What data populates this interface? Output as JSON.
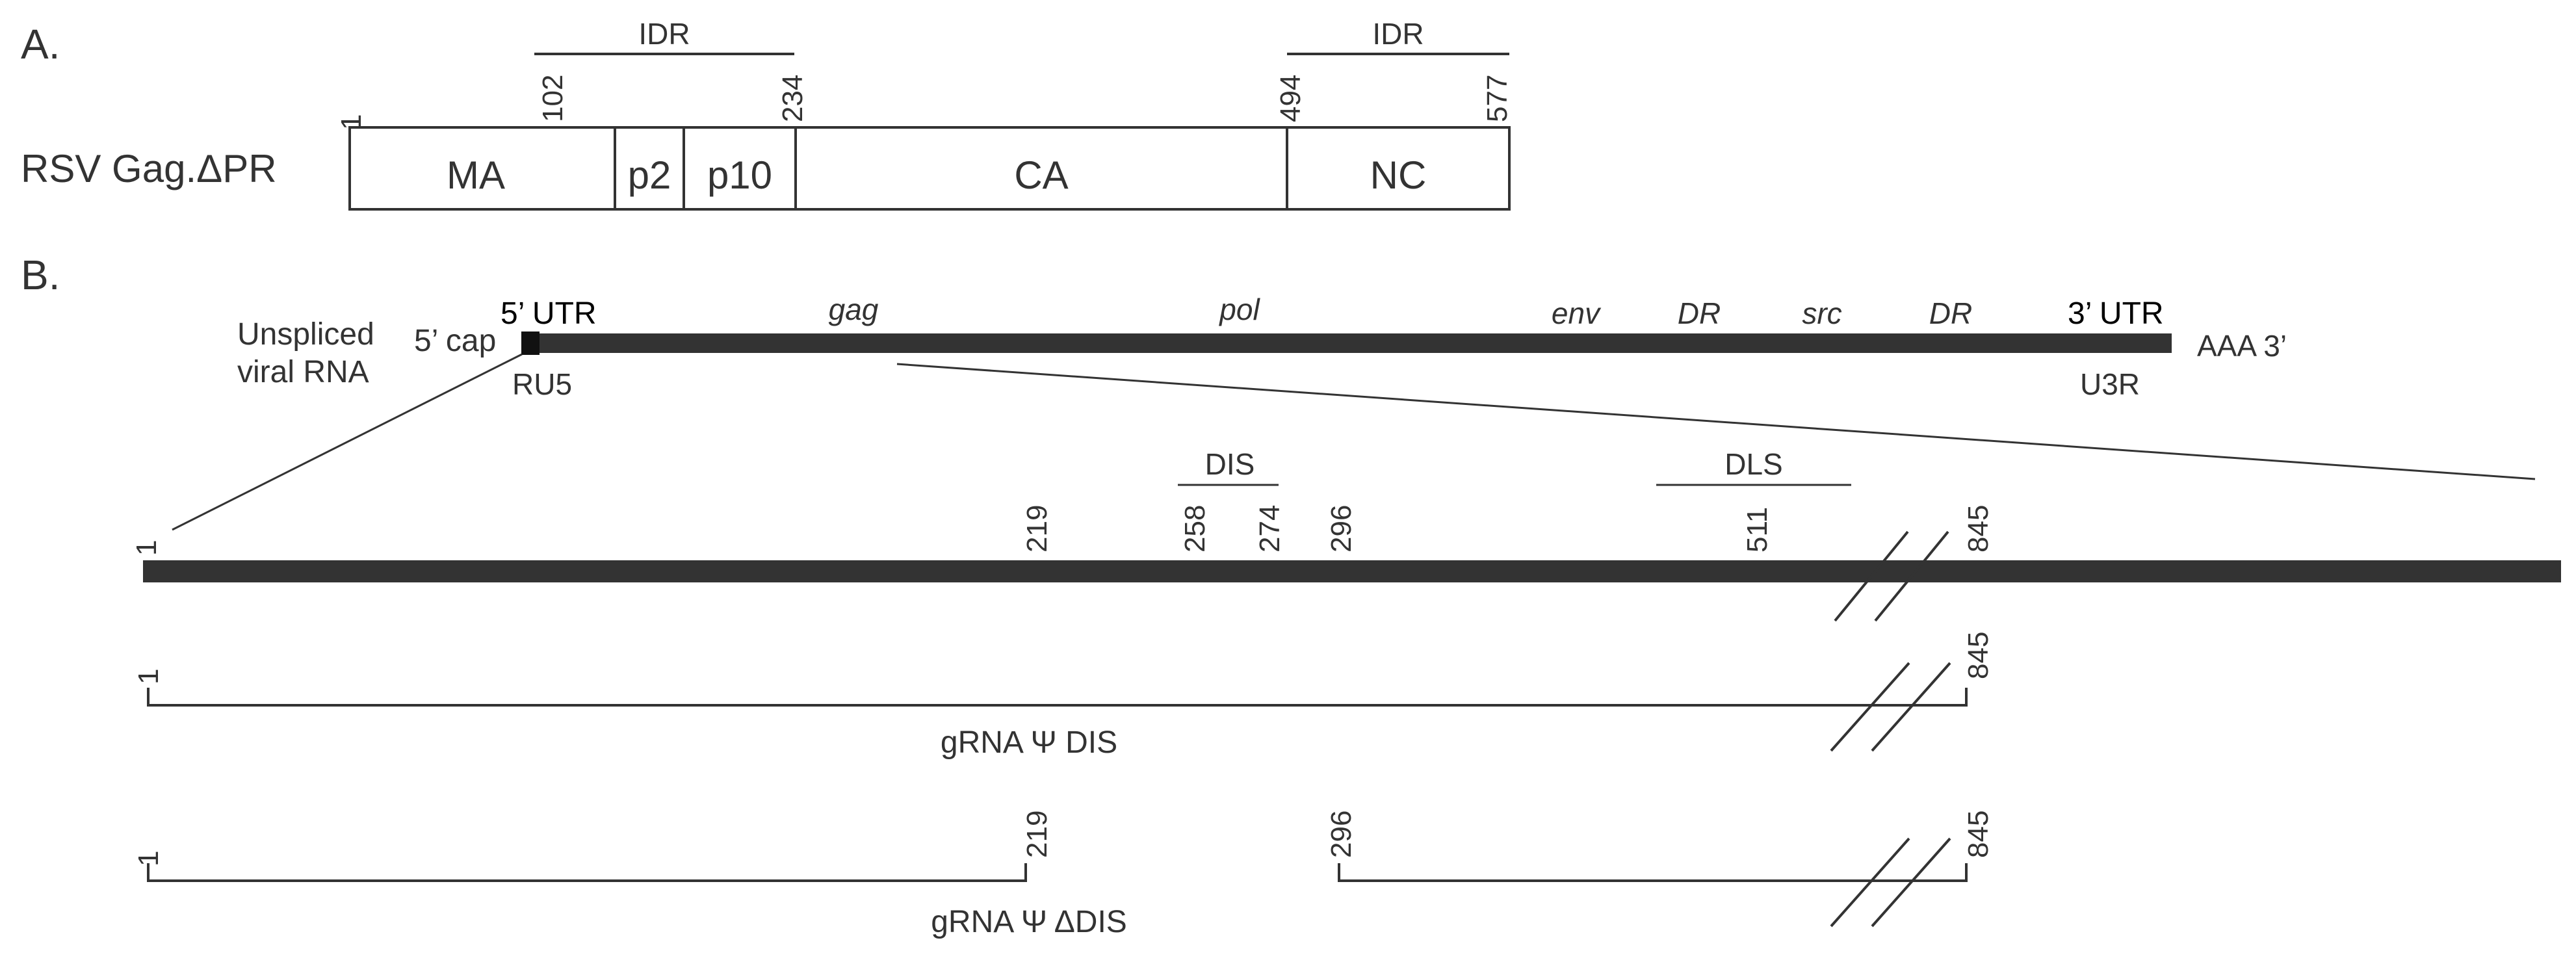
{
  "panel_a": {
    "label": "A.",
    "construct_label": "RSV Gag.ΔPR",
    "domains": [
      "MA",
      "p2",
      "p10",
      "CA",
      "NC"
    ],
    "positions": {
      "start": "1",
      "p102": "102",
      "p234": "234",
      "p494": "494",
      "p577": "577"
    },
    "idr_labels": [
      "IDR",
      "IDR"
    ]
  },
  "panel_b": {
    "label": "B.",
    "rna_label_line1": "Unspliced",
    "rna_label_line2": "viral RNA",
    "cap": "5’ cap",
    "utr5": "5’ UTR",
    "utr3": "3’ UTR",
    "genes": {
      "gag": "gag",
      "pol": "pol",
      "env": "env",
      "dr1": "DR",
      "src": "src",
      "dr2": "DR"
    },
    "polya": "AAA  3’",
    "ru5": "RU5",
    "u3r": "U3R",
    "zoom_positions": {
      "start": "1",
      "p219": "219",
      "p258": "258",
      "p274": "274",
      "p296": "296",
      "p511": "511",
      "p845": "845"
    },
    "dis": "DIS",
    "dls": "DLS",
    "construct1": {
      "start": "1",
      "end": "845",
      "label": "gRNA Ψ DIS"
    },
    "construct2": {
      "start": "1",
      "p219": "219",
      "p296": "296",
      "end": "845",
      "label": "gRNA Ψ ΔDIS"
    }
  }
}
